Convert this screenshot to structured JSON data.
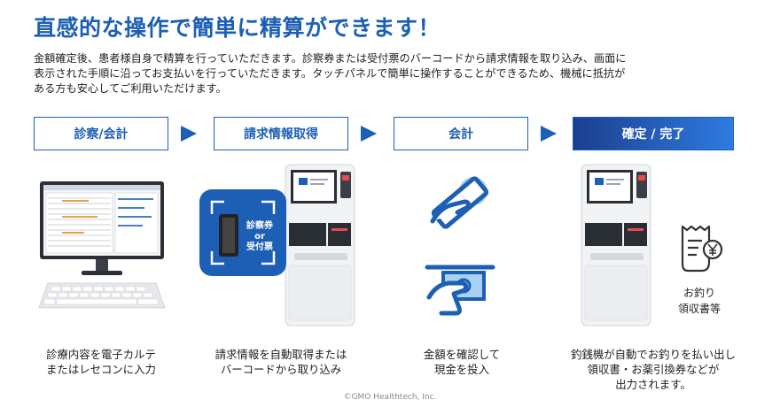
{
  "title": "直感的な操作で簡単に精算ができます！",
  "description": [
    "金額確定後、患者様自身で精算を行っていただきます。診察券または受付票のバーコードから請求情報を取り込み、画面に",
    "表示された手順に沿ってお支払いを行っていただきます。タッチパネルで簡単に操作することができるため、機械に抵抗が",
    "ある方も安心してご利用いただけます。"
  ],
  "steps": [
    {
      "label": "診察/会計"
    },
    {
      "label": "請求情報取得"
    },
    {
      "label": "会計"
    },
    {
      "label": "確定 / 完了"
    }
  ],
  "card_badge": [
    "診察券",
    "or",
    "受付票"
  ],
  "captions": [
    [
      "診療内容を電子カルテ",
      "またはレセコンに入力"
    ],
    [
      "請求情報を自動取得または",
      "バーコードから取り込み"
    ],
    [
      "金額を確認して",
      "現金を投入"
    ],
    [
      "釣銭機が自動でお釣りを払い出し",
      "領収書・お薬引換券などが",
      "出力されます。"
    ]
  ],
  "receipt_label": [
    "お釣り",
    "領収書等"
  ],
  "copyright": "©GMO Healthtech, Inc.",
  "colors": {
    "accent": "#1d5fb5",
    "accent_dark": "#1b3f8f",
    "accent_light": "#2f7be0"
  }
}
